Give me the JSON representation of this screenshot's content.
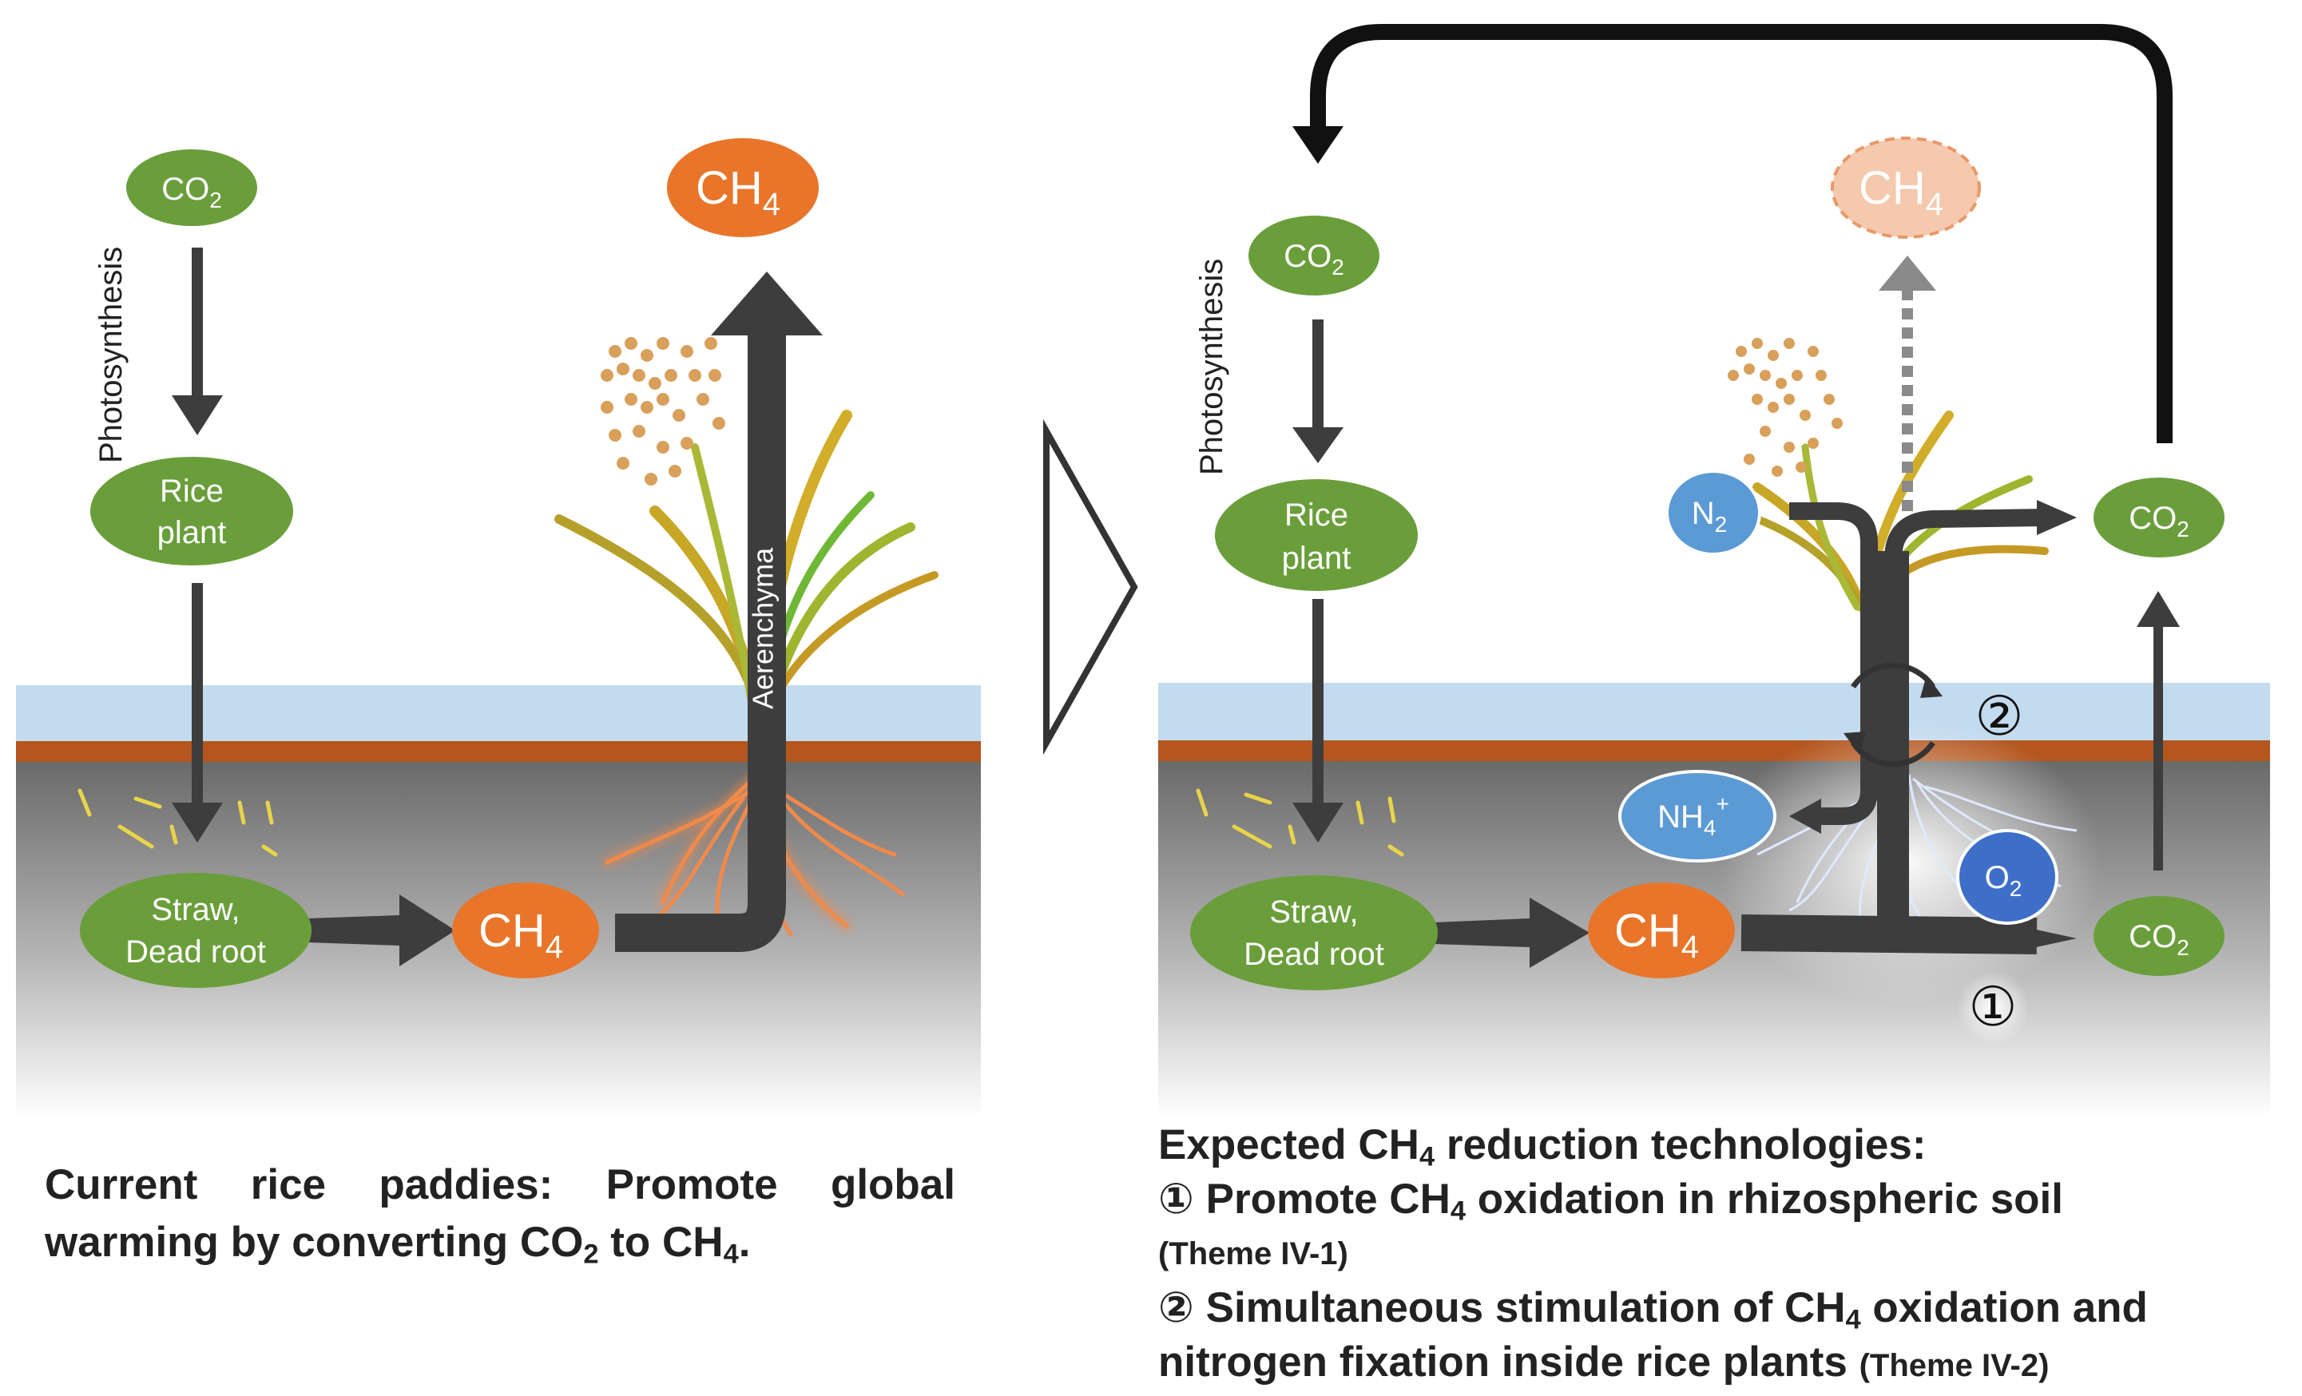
{
  "colors": {
    "green": "#6a9e3b",
    "orange": "#e8752a",
    "blue": "#5b9ad5",
    "darkblue": "#3d6fc9",
    "water": "#c3dbef",
    "soil_top": "#b4561e",
    "arrow": "#3d3d3d"
  },
  "left": {
    "co2_label": "CO",
    "co2_sub": "2",
    "photosynthesis": "Photosynthesis",
    "rice_line1": "Rice",
    "rice_line2": "plant",
    "straw_line1": "Straw,",
    "straw_line2": "Dead root",
    "ch4_label": "CH",
    "ch4_sub": "4",
    "ch4_top_label": "CH",
    "ch4_top_sub": "4",
    "aerenchyma": "Aerenchyma"
  },
  "right": {
    "co2_label": "CO",
    "co2_sub": "2",
    "photosynthesis": "Photosynthesis",
    "rice_line1": "Rice",
    "rice_line2": "plant",
    "straw_line1": "Straw,",
    "straw_line2": "Dead root",
    "ch4_label": "CH",
    "ch4_sub": "4",
    "ch4_faded_label": "CH",
    "ch4_faded_sub": "4",
    "n2_label": "N",
    "n2_sub": "2",
    "nh4_label": "NH",
    "nh4_sub": "4",
    "nh4_sup": "+",
    "o2_label": "O",
    "o2_sub": "2",
    "co2_upper_label": "CO",
    "co2_upper_sub": "2",
    "co2_lower_label": "CO",
    "co2_lower_sub": "2",
    "marker_1": "①",
    "marker_2": "②"
  },
  "captions": {
    "left_a": "Current rice paddies: Promote global warming by converting CO",
    "left_sub1": "2",
    "left_b": " to CH",
    "left_sub2": "4",
    "left_c": ".",
    "right_l1_a": "Expected CH",
    "right_l1_sub": "4",
    "right_l1_b": " reduction technologies:",
    "right_l2_a": "① Promote CH",
    "right_l2_sub": "4",
    "right_l2_b": " oxidation in rhizospheric soil",
    "right_l3": "(Theme IV-1)",
    "right_l4_a": "② Simultaneous stimulation of CH",
    "right_l4_sub": "4",
    "right_l4_b": " oxidation and",
    "right_l5_a": "nitrogen fixation inside rice plants ",
    "right_l5_small": "(Theme IV-2)"
  }
}
